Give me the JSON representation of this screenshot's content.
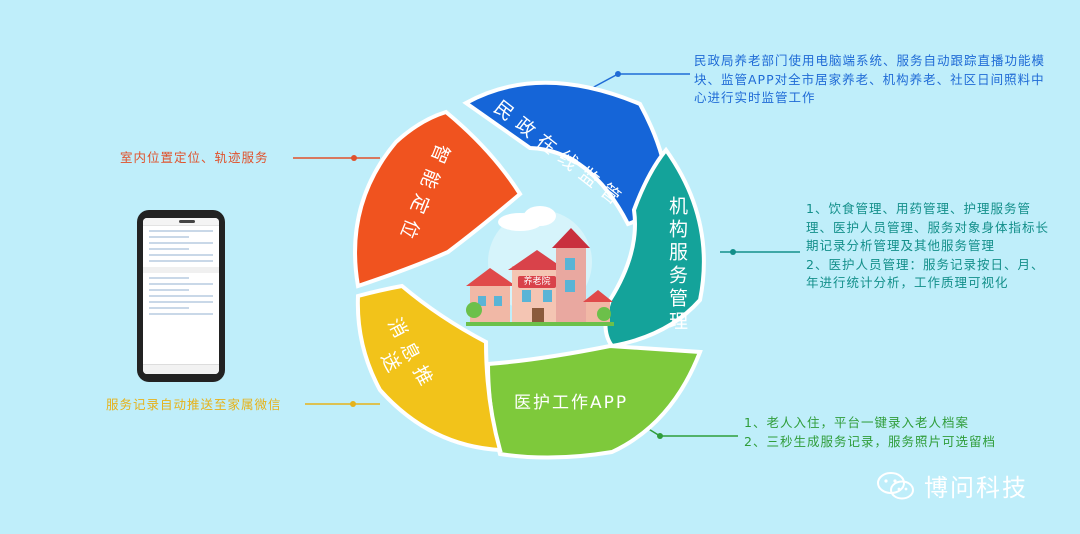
{
  "segments": {
    "civil": {
      "label": "民政在线监管",
      "color": "#1565d8"
    },
    "institution": {
      "label": "机构服务管理",
      "color": "#14a39a"
    },
    "medical": {
      "label": "医护工作APP",
      "color": "#7ec93b"
    },
    "message": {
      "label": "消息推送",
      "color": "#f2c31a"
    },
    "location": {
      "label": "智能定位",
      "color": "#f0531f"
    }
  },
  "center_sign": "养老院",
  "callouts": {
    "civil": "民政局养老部门使用电脑端系统、服务自动跟踪直播功能模块、监管APP对全市居家养老、机构养老、社区日间照料中心进行实时监管工作",
    "location": "室内位置定位、轨迹服务",
    "institution": [
      "1、饮食管理、用药管理、护理服务管理、医护人员管理、服务对象身体指标长期记录分析管理及其他服务管理",
      "2、医护人员管理：服务记录按日、月、年进行统计分析，工作质理可视化"
    ],
    "message": "服务记录自动推送至家属微信",
    "medical": [
      "1、老人入住，平台一键录入老人档案",
      "2、三秒生成服务记录，服务照片可选留档"
    ]
  },
  "brand": {
    "name": "博问科技",
    "icon": "wechat-icon"
  },
  "colors": {
    "background": "#bfeefa"
  }
}
